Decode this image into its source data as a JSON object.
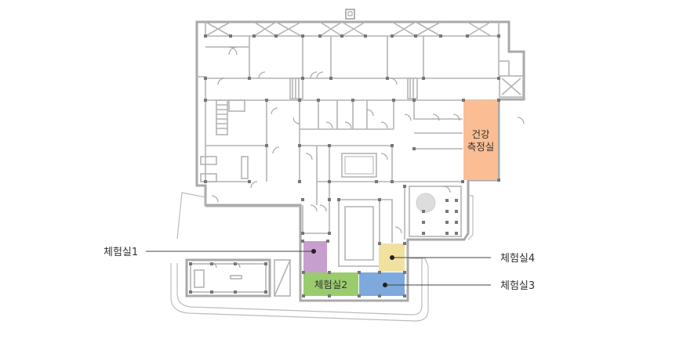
{
  "rooms": {
    "health": {
      "label_line1": "건강",
      "label_line2": "측정실",
      "color": "#fbbe94"
    },
    "exp1": {
      "label": "체험실1",
      "color": "#c79fcf"
    },
    "exp2": {
      "label": "체험실2",
      "color": "#9acc6e"
    },
    "exp3": {
      "label": "체험실3",
      "color": "#7ea9dd"
    },
    "exp4": {
      "label": "체험실4",
      "color": "#f1e1a0"
    }
  }
}
